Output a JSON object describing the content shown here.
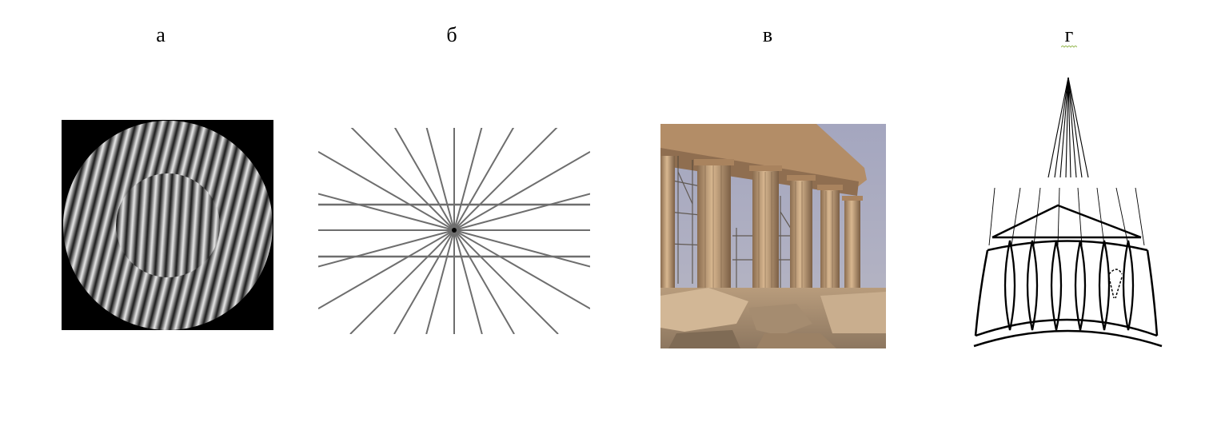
{
  "panels": [
    {
      "id": "a",
      "label": "а",
      "kind": "moire-concentric-gratings"
    },
    {
      "id": "b",
      "label": "б",
      "kind": "hering-radial-lines"
    },
    {
      "id": "v",
      "label": "в",
      "kind": "parthenon-columns-photo"
    },
    {
      "id": "g",
      "label": "г",
      "kind": "temple-curvature-schematic"
    }
  ],
  "colors": {
    "ink": "#000000",
    "stripe_dark": "#1a1a1a",
    "stripe_light": "#e8e8e8",
    "grid_line": "#6e6e6e",
    "sky": "#a7a9c0",
    "stone": "#c9a57f",
    "stone_shadow": "#7d6247",
    "spell_check": "#9bbb59"
  }
}
